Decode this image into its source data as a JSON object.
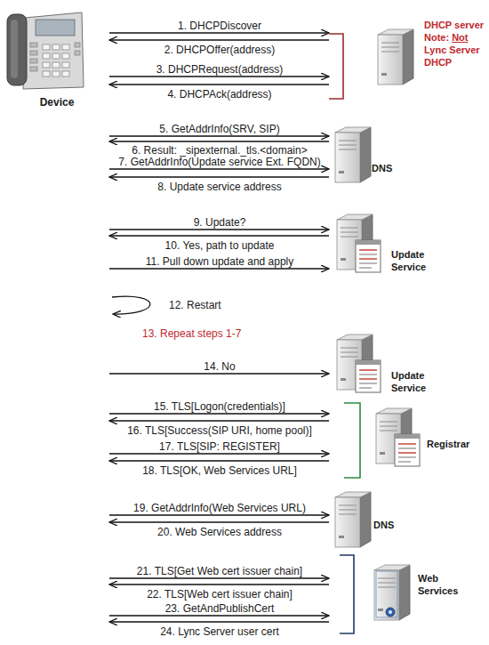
{
  "diagram": {
    "nodes": [
      {
        "text": [
          "Device"
        ]
      },
      {
        "text": [
          "DHCP server Note: Not Lync Server DHCP"
        ]
      },
      {
        "text": [
          "DNS"
        ]
      },
      {
        "text": [
          "Update Service"
        ]
      },
      {
        "text": [
          "Update Service"
        ]
      },
      {
        "text": [
          "Registrar"
        ]
      },
      {
        "text": [
          "DNS"
        ]
      },
      {
        "text": [
          "Web Services"
        ]
      }
    ],
    "edges": [
      {
        "from": 0,
        "to": 1,
        "label": "1. DHCPDiscover",
        "arrow": "to"
      },
      {
        "from": 1,
        "to": 0,
        "label": "2. DHCPOffer(address)",
        "arrow": "to"
      },
      {
        "from": 0,
        "to": 1,
        "label": "3. DHCPRequest(address)",
        "arrow": "to"
      },
      {
        "from": 1,
        "to": 0,
        "label": "4. DHCPAck(address)",
        "arrow": "to"
      },
      {
        "from": 0,
        "to": 2,
        "label": "5. GetAddrInfo(SRV, SIP)",
        "arrow": "to"
      },
      {
        "from": 2,
        "to": 0,
        "label": "6. Result: _sipexternal._tls.<domain>",
        "arrow": "to"
      },
      {
        "from": 0,
        "to": 2,
        "label": "7. GetAddrInfo(Update service Ext. FQDN)",
        "arrow": "to"
      },
      {
        "from": 2,
        "to": 0,
        "label": "8. Update service address",
        "arrow": "to"
      },
      {
        "from": 0,
        "to": 3,
        "label": "9. Update?",
        "arrow": "to"
      },
      {
        "from": 3,
        "to": 0,
        "label": "10. Yes, path to update",
        "arrow": "to"
      },
      {
        "from": 0,
        "to": 3,
        "label": "11. Pull down update and apply",
        "arrow": "to"
      },
      {
        "from": 0,
        "to": 4,
        "label": "14. No",
        "arrow": "to"
      },
      {
        "from": 0,
        "to": 5,
        "label": "15. TLS[Logon(credentials)]",
        "arrow": "to"
      },
      {
        "from": 5,
        "to": 0,
        "label": "16. TLS[Success(SIP URI, home pool)]",
        "arrow": "to"
      },
      {
        "from": 0,
        "to": 5,
        "label": "17. TLS[SIP: REGISTER]",
        "arrow": "to"
      },
      {
        "from": 5,
        "to": 0,
        "label": "18. TLS[OK, Web Services URL]",
        "arrow": "to"
      },
      {
        "from": 0,
        "to": 6,
        "label": "19. GetAddrInfo(Web Services URL)",
        "arrow": "to"
      },
      {
        "from": 6,
        "to": 0,
        "label": "20. Web Services address",
        "arrow": "to"
      },
      {
        "from": 0,
        "to": 7,
        "label": "21. TLS[Get Web cert issuer chain]",
        "arrow": "to"
      },
      {
        "from": 7,
        "to": 0,
        "label": "22. TLS[Web cert issuer chain]",
        "arrow": "to"
      },
      {
        "from": 0,
        "to": 7,
        "label": "23. GetAndPublishCert",
        "arrow": "to"
      },
      {
        "from": 7,
        "to": 0,
        "label": "24. Lync Server user cert",
        "arrow": "to"
      }
    ],
    "labels": [
      "12. Restart",
      "13. Repeat steps 1-7"
    ]
  }
}
